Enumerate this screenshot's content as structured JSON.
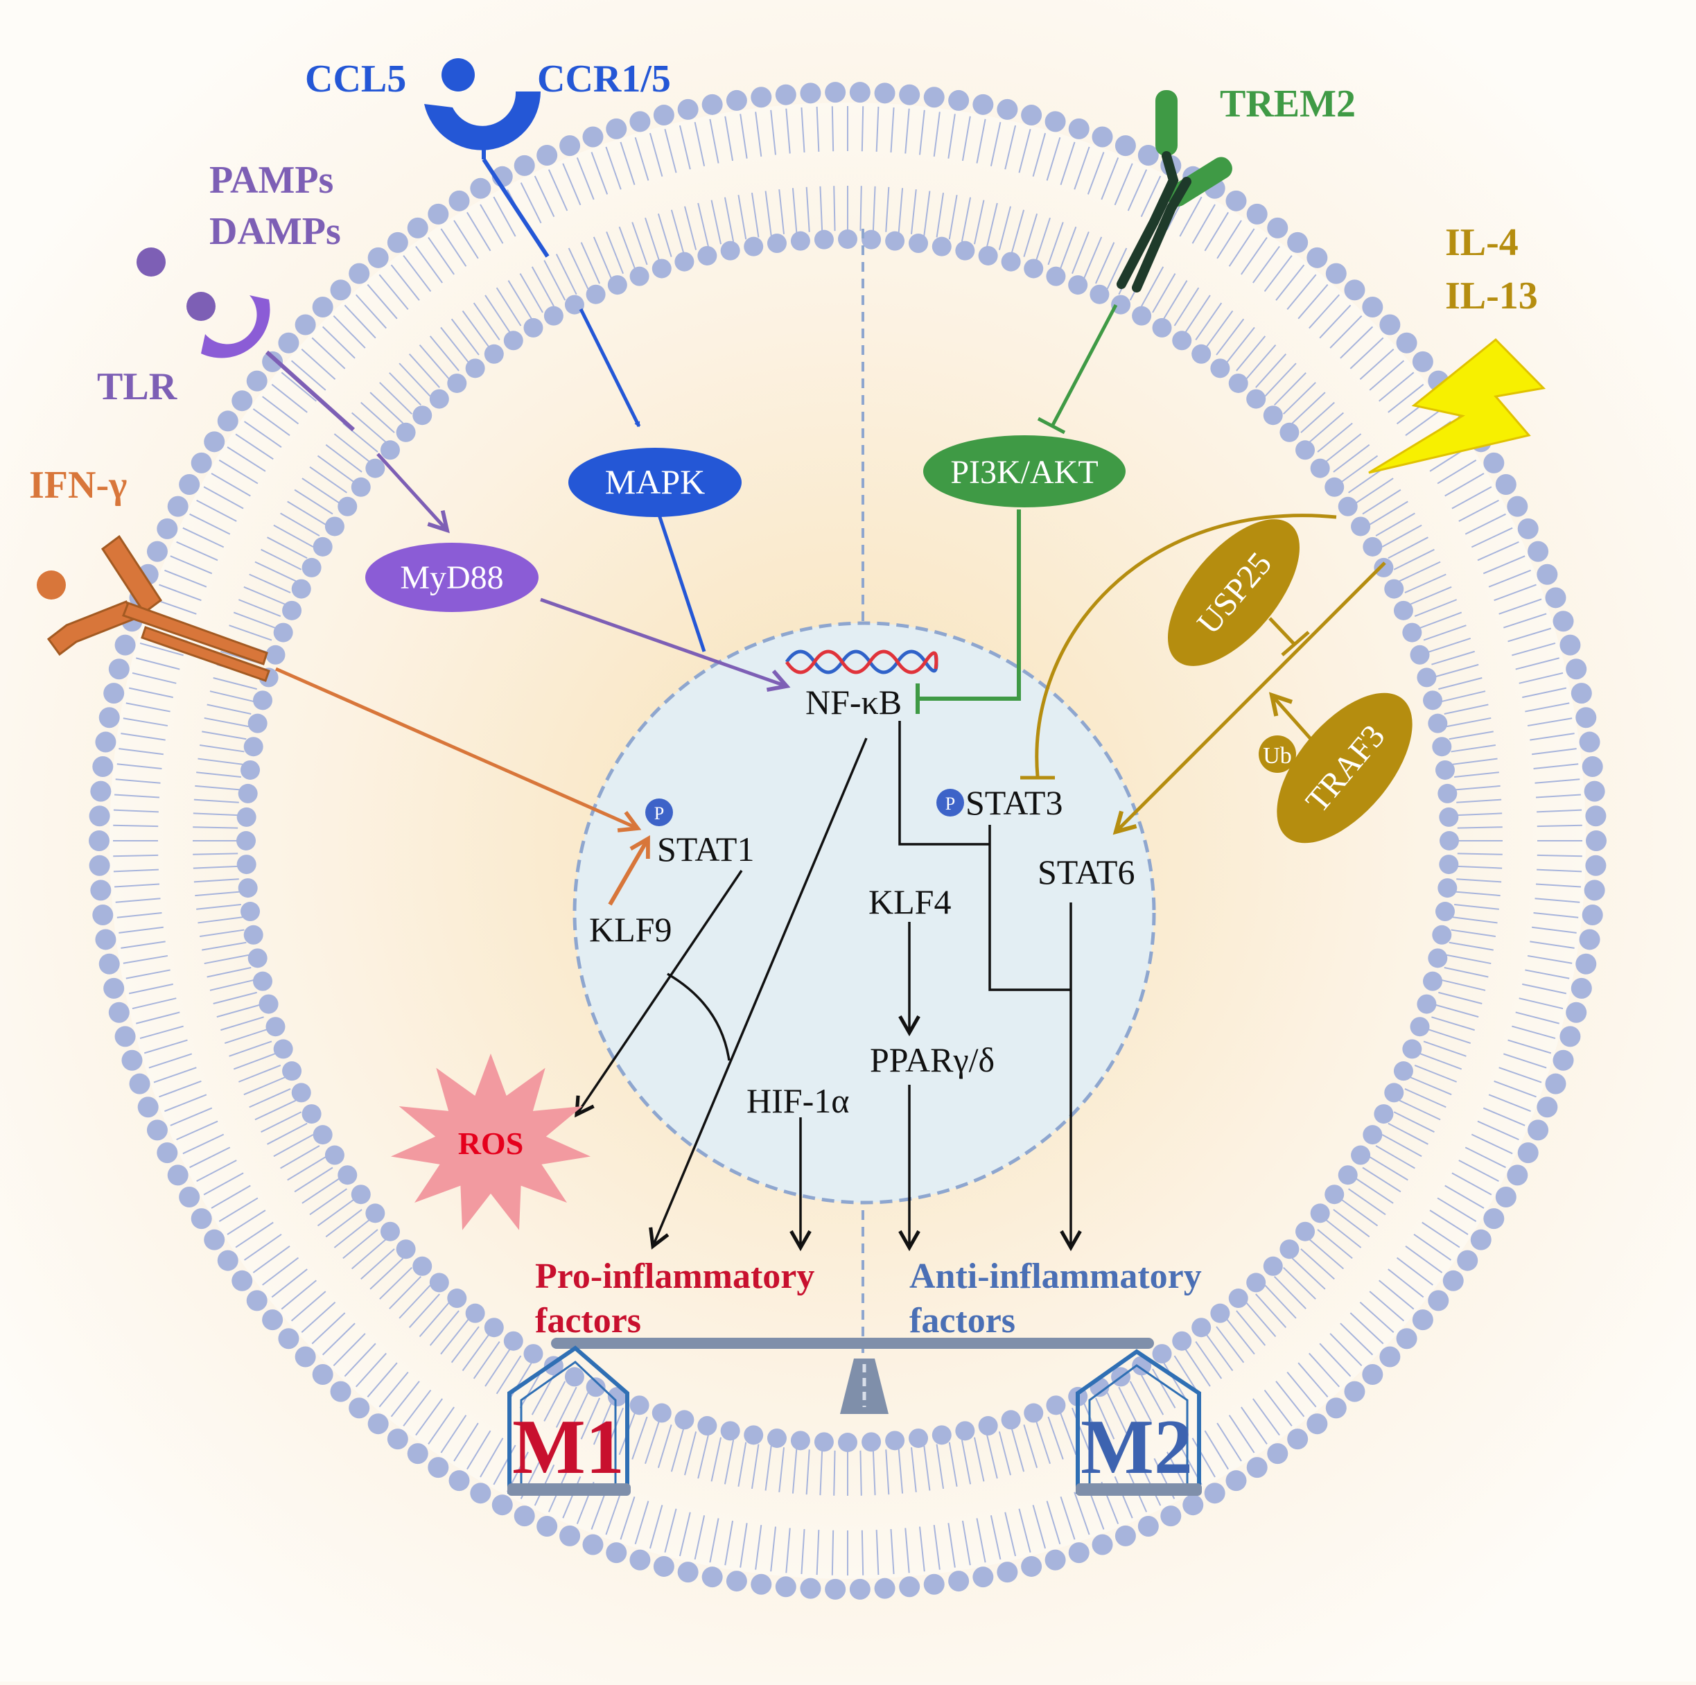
{
  "colors": {
    "blue": "#2457d6",
    "purple": "#7d5fb5",
    "orange": "#d8763a",
    "green": "#3f9a45",
    "gold": "#b58d0f",
    "red": "#c8102e",
    "steel": "#4a6fb5",
    "membrane": "#a7b4dc",
    "nucleus": "#e3eef3",
    "ros": "#f29aa0",
    "bolt": "#f7f000",
    "dark_green": "#1e3a2a"
  },
  "icons": [
    "ligand-dot-icon",
    "receptor-cup-icon",
    "antibody-receptor-icon",
    "lightning-bolt-icon",
    "dna-helix-icon",
    "phospho-badge-icon",
    "ubiquitin-badge-icon",
    "ros-burst-icon",
    "balance-scale-icon",
    "house-icon"
  ],
  "receptors": {
    "ccl5": "CCL5",
    "ccr": "CCR1/5",
    "pamps": "PAMPs",
    "damps": "DAMPs",
    "tlr": "TLR",
    "ifn": "IFN-γ",
    "trem2": "TREM2",
    "il4": "IL-4",
    "il13": "IL-13"
  },
  "nodes": {
    "mapk": "MAPK",
    "myd88": "MyD88",
    "pi3k": "PI3K/AKT",
    "usp25": "USP25",
    "traf3": "TRAF3",
    "ub": "Ub",
    "nfkb": "NF-κB",
    "stat1": "STAT1",
    "stat3": "STAT3",
    "stat6": "STAT6",
    "klf9": "KLF9",
    "klf4": "KLF4",
    "ppar": "PPARγ/δ",
    "hif": "HIF-1α",
    "ros": "ROS",
    "p": "P"
  },
  "outputs": {
    "pro1": "Pro-inflammatory",
    "pro2": "factors",
    "anti1": "Anti-inflammatory",
    "anti2": "factors",
    "m1": "M1",
    "m2": "M2"
  }
}
